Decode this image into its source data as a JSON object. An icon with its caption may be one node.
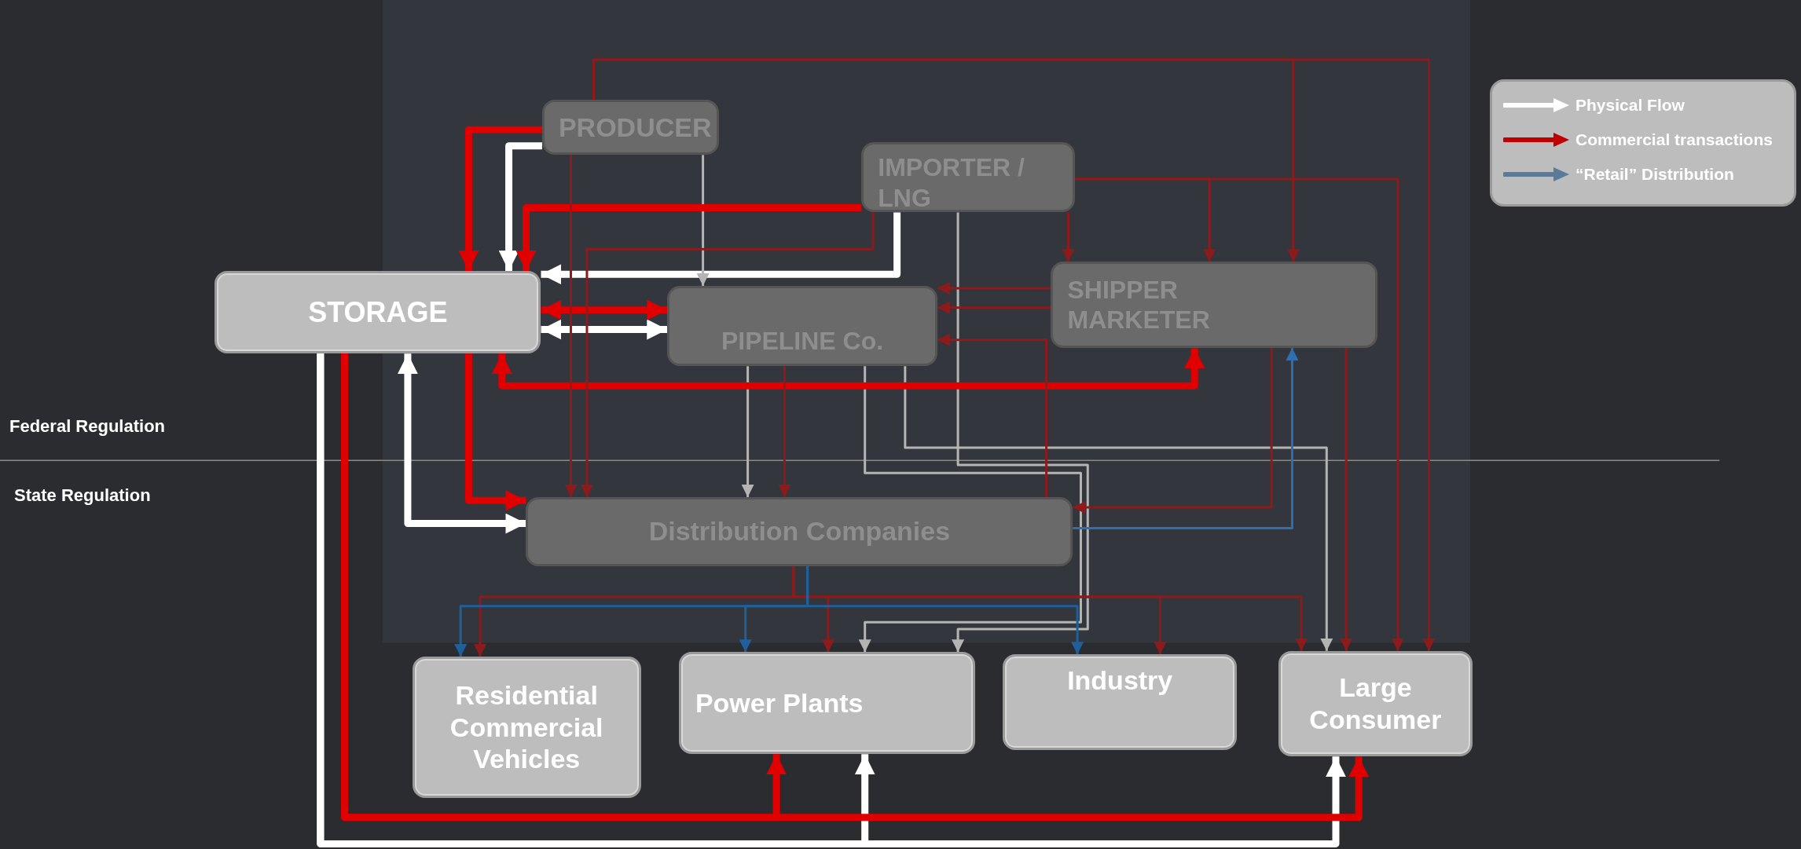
{
  "diagram": {
    "nodes": [
      {
        "text": [
          "PRODUCER"
        ]
      },
      {
        "text": [
          "IMPORTER / LNG"
        ]
      },
      {
        "text": [
          "STORAGE"
        ]
      },
      {
        "text": [
          "PIPELINE Co."
        ]
      },
      {
        "text": [
          "SHIPPER MARKETER"
        ]
      },
      {
        "text": [
          "Distribution Companies"
        ]
      },
      {
        "text": [
          "Residential Commercial Vehicles"
        ]
      },
      {
        "text": [
          "Power Plants"
        ]
      },
      {
        "text": [
          "Industry"
        ]
      },
      {
        "text": [
          "Large Consumer"
        ]
      }
    ],
    "edges": [
      {
        "from": 0,
        "to": 2,
        "arrow": "to",
        "style": "thick",
        "color": "#ffffff"
      },
      {
        "from": 1,
        "to": 2,
        "arrow": "to",
        "style": "thick",
        "color": "#ffffff"
      },
      {
        "from": 2,
        "to": 3,
        "arrow": "both",
        "style": "thick",
        "color": "#ffffff"
      },
      {
        "from": 2,
        "to": 5,
        "arrow": "both",
        "style": "thick",
        "color": "#ffffff"
      },
      {
        "from": 2,
        "to": 9,
        "arrow": "to",
        "style": "thick",
        "color": "#ffffff"
      },
      {
        "from": 2,
        "to": 7,
        "arrow": "to",
        "style": "thick",
        "color": "#ffffff"
      },
      {
        "from": 0,
        "to": 3,
        "arrow": "to",
        "color": "#b4b4b4"
      },
      {
        "from": 3,
        "to": 5,
        "arrow": "to",
        "color": "#b4b4b4"
      },
      {
        "from": 3,
        "to": 7,
        "arrow": "to",
        "color": "#b4b4b4"
      },
      {
        "from": 3,
        "to": 9,
        "arrow": "to",
        "color": "#b4b4b4"
      },
      {
        "from": 1,
        "to": 7,
        "arrow": "to",
        "color": "#b4b4b4"
      },
      {
        "from": 0,
        "to": 2,
        "arrow": "to",
        "style": "thick",
        "color": "#e00000"
      },
      {
        "from": 1,
        "to": 2,
        "arrow": "to",
        "style": "thick",
        "color": "#e00000"
      },
      {
        "from": 2,
        "to": 3,
        "arrow": "both",
        "style": "thick",
        "color": "#e00000"
      },
      {
        "from": 2,
        "to": 4,
        "arrow": "both",
        "style": "thick",
        "color": "#e00000"
      },
      {
        "from": 2,
        "to": 5,
        "arrow": "to",
        "style": "thick",
        "color": "#e00000"
      },
      {
        "from": 2,
        "to": 9,
        "arrow": "to",
        "style": "thick",
        "color": "#e00000"
      },
      {
        "from": 2,
        "to": 7,
        "arrow": "to",
        "style": "thick",
        "color": "#e00000"
      },
      {
        "from": 0,
        "to": 5,
        "arrow": "to"
      },
      {
        "from": 1,
        "to": 5,
        "arrow": "to"
      },
      {
        "from": 3,
        "to": 5,
        "arrow": "to"
      },
      {
        "from": 4,
        "to": 3,
        "arrow": "to"
      },
      {
        "from": 4,
        "to": 3,
        "arrow": "to"
      },
      {
        "from": 5,
        "to": 3,
        "arrow": "to"
      },
      {
        "from": 1,
        "to": 4,
        "arrow": "to"
      },
      {
        "from": 1,
        "to": 4,
        "arrow": "to"
      },
      {
        "from": 1,
        "to": 9,
        "arrow": "to"
      },
      {
        "from": 0,
        "to": 4,
        "arrow": "to"
      },
      {
        "from": 0,
        "to": 9,
        "arrow": "to"
      },
      {
        "from": 4,
        "to": 5,
        "arrow": "to"
      },
      {
        "from": 4,
        "to": 9,
        "arrow": "to"
      },
      {
        "from": 5,
        "to": 4,
        "arrow": "to",
        "color": "#2f6eb0"
      },
      {
        "from": 5,
        "to": 6,
        "arrow": "to"
      },
      {
        "from": 5,
        "to": 7,
        "arrow": "to"
      },
      {
        "from": 5,
        "to": 8,
        "arrow": "to"
      },
      {
        "from": 5,
        "to": 9,
        "arrow": "to"
      },
      {
        "from": 5,
        "to": 6,
        "arrow": "to",
        "color": "#1f5f9a"
      },
      {
        "from": 5,
        "to": 7,
        "arrow": "to",
        "color": "#1f5f9a"
      },
      {
        "from": 5,
        "to": 8,
        "arrow": "to",
        "color": "#1f5f9a"
      }
    ],
    "labels": [
      "Federal Regulation",
      "State Regulation"
    ],
    "legend": [
      {
        "text": "Physical Flow"
      },
      {
        "text": "Commercial transactions"
      },
      {
        "text": "“Retail” Distribution"
      }
    ]
  }
}
